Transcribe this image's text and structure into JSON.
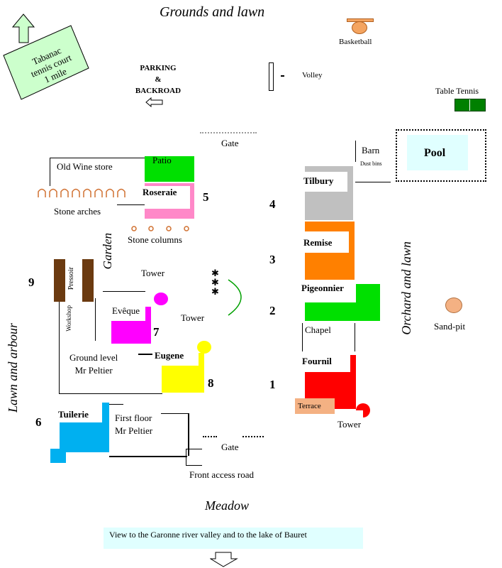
{
  "map": {
    "headings": {
      "grounds": "Grounds and lawn",
      "meadow": "Meadow",
      "lawn_arbour": "Lawn and arbour",
      "orchard": "Orchard and lawn",
      "garden": "Garden"
    },
    "tennis_sign": {
      "line1": "Tabanac",
      "line2": "tennis court",
      "line3": "1 mile"
    },
    "parking": {
      "line1": "PARKING",
      "line2": "&",
      "line3": "BACKROAD"
    },
    "sports": {
      "basketball": "Basketball",
      "volley": "Volley",
      "table_tennis": "Table Tennis"
    },
    "gates": {
      "top": "Gate",
      "bottom": "Gate"
    },
    "left_block": {
      "old_wine_store": "Old Wine store",
      "patio": "Patio",
      "roseraie": "Roseraie",
      "stone_arches": "Stone arches",
      "stone_columns": "Stone columns",
      "tower_top": "Tower",
      "tower_mid": "Tower",
      "pressoir": "Pressoir",
      "workshop": "Workshop",
      "eveque": "Evêque",
      "eugene": "Eugene",
      "ground_level_line1": "Ground level",
      "ground_level_line2": "Mr Peltier",
      "tuilerie": "Tuilerie",
      "first_floor_line1": "First floor",
      "first_floor_line2": "Mr Peltier",
      "front_access": "Front access road"
    },
    "right_block": {
      "barn": "Barn",
      "dust_bins": "Dust bins",
      "pool": "Pool",
      "tilbury": "Tilbury",
      "remise": "Remise",
      "pigeonnier": "Pigeonnier",
      "chapel": "Chapel",
      "fournil": "Fournil",
      "terrace": "Terrace",
      "tower": "Tower",
      "sandpit": "Sand-pit"
    },
    "numbers": {
      "n1": "1",
      "n2": "2",
      "n3": "3",
      "n4": "4",
      "n5": "5",
      "n6": "6",
      "n7": "7",
      "n8": "8",
      "n9": "9"
    },
    "view_banner": "View to the Garonne river valley and to the lake of Bauret",
    "colors": {
      "patio": "#00e000",
      "roseraie": "#ff88c8",
      "pressoir": "#6b3a10",
      "eveque": "#ff00ff",
      "eugene": "#ffff00",
      "tuilerie": "#00b0f0",
      "tilbury": "#c0c0c0",
      "remise": "#ff8000",
      "pigeonnier": "#00e000",
      "fournil": "#ff0000",
      "terrace": "#f4b183",
      "pool": "#e0ffff",
      "tennis_sign": "#ccffcc",
      "banner": "#e0ffff",
      "basketball": "#f4a460",
      "table_tennis": "#008000"
    }
  }
}
